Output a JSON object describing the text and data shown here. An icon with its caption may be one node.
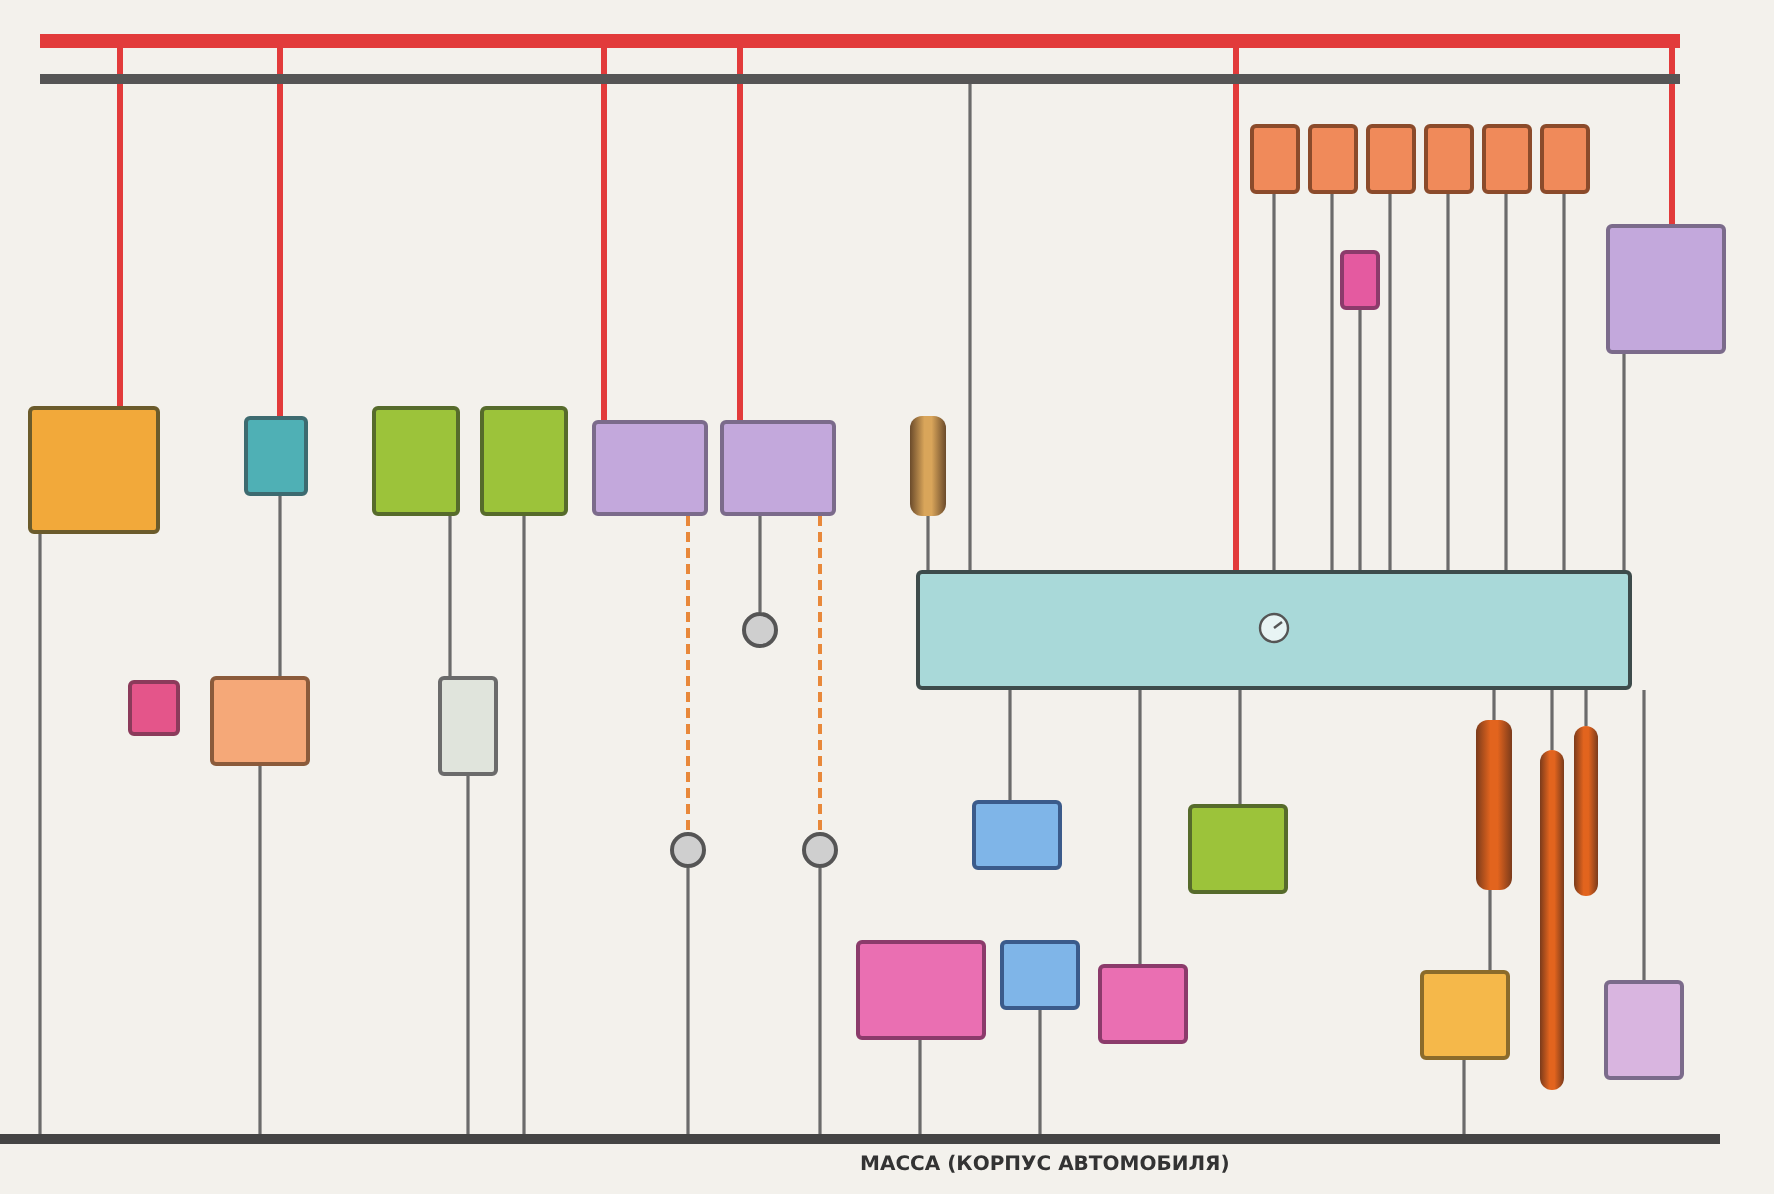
{
  "diagram": {
    "nodes": [
      {
        "text": [],
        "shape": "bar"
      },
      {
        "text": [],
        "shape": "bar"
      },
      {
        "text": [],
        "shape": "bar",
        "beside": [
          "МАССА (КОРПУС АВТОМОБИЛЯ)"
        ]
      },
      {
        "text": [],
        "shape": "box"
      },
      {
        "text": [],
        "shape": "box"
      },
      {
        "text": [],
        "shape": "box"
      },
      {
        "text": [],
        "shape": "box"
      },
      {
        "text": [],
        "shape": "box"
      },
      {
        "text": [],
        "shape": "box"
      },
      {
        "text": [],
        "shape": "box"
      },
      {
        "text": [],
        "shape": "box"
      },
      {
        "text": [],
        "shape": "box"
      },
      {
        "text": [],
        "shape": "box"
      },
      {
        "text": [],
        "shape": "box"
      },
      {
        "text": [],
        "shape": "box"
      },
      {
        "text": [],
        "shape": "box"
      },
      {
        "text": [],
        "shape": "box"
      },
      {
        "text": [],
        "shape": "box"
      },
      {
        "text": [],
        "shape": "cylinder"
      },
      {
        "text": [],
        "shape": "box"
      },
      {
        "text": [],
        "shape": "box"
      },
      {
        "text": [],
        "shape": "box"
      },
      {
        "text": [],
        "shape": "box"
      },
      {
        "text": [],
        "shape": "box"
      },
      {
        "text": [],
        "shape": "box"
      },
      {
        "text": [],
        "shape": "box"
      },
      {
        "text": [],
        "shape": "cylinder"
      },
      {
        "text": [],
        "shape": "cylinder"
      },
      {
        "text": [],
        "shape": "cylinder"
      },
      {
        "text": [],
        "shape": "box"
      },
      {
        "text": [],
        "shape": "box"
      },
      {
        "text": [],
        "shape": "circle"
      },
      {
        "text": [],
        "shape": "circle"
      },
      {
        "text": [],
        "shape": "circle"
      },
      {
        "text": [],
        "shape": "box"
      }
    ],
    "edges": [
      {
        "from": 0,
        "to": 3,
        "arrow": "none",
        "color": "#e23b3b"
      },
      {
        "from": 0,
        "to": 4,
        "arrow": "none",
        "color": "#e23b3b"
      },
      {
        "from": 0,
        "to": 7,
        "arrow": "none",
        "color": "#e23b3b"
      },
      {
        "from": 0,
        "to": 8,
        "arrow": "none",
        "color": "#e23b3b"
      },
      {
        "from": 0,
        "to": 9,
        "arrow": "none",
        "color": "#e23b3b"
      },
      {
        "from": 0,
        "to": 17,
        "arrow": "none",
        "color": "#e23b3b"
      },
      {
        "from": 1,
        "to": 9,
        "arrow": "none"
      },
      {
        "from": 10,
        "to": 9,
        "arrow": "none"
      },
      {
        "from": 11,
        "to": 9,
        "arrow": "none"
      },
      {
        "from": 12,
        "to": 9,
        "arrow": "none"
      },
      {
        "from": 13,
        "to": 9,
        "arrow": "none"
      },
      {
        "from": 14,
        "to": 9,
        "arrow": "none"
      },
      {
        "from": 15,
        "to": 9,
        "arrow": "none"
      },
      {
        "from": 16,
        "to": 9,
        "arrow": "none"
      },
      {
        "from": 17,
        "to": 9,
        "arrow": "none"
      },
      {
        "from": 18,
        "to": 9,
        "arrow": "none"
      },
      {
        "from": 21,
        "to": 9,
        "arrow": "none"
      },
      {
        "from": 23,
        "to": 9,
        "arrow": "none"
      },
      {
        "from": 24,
        "to": 9,
        "arrow": "none"
      },
      {
        "from": 26,
        "to": 9,
        "arrow": "none"
      },
      {
        "from": 27,
        "to": 9,
        "arrow": "none"
      },
      {
        "from": 28,
        "to": 9,
        "arrow": "none"
      },
      {
        "from": 30,
        "to": 9,
        "arrow": "none"
      },
      {
        "from": 3,
        "to": 2,
        "arrow": "none"
      },
      {
        "from": 19,
        "to": 2,
        "arrow": "none"
      },
      {
        "from": 7,
        "to": 31,
        "arrow": "none",
        "style": "dashed",
        "color": "#e8883a"
      },
      {
        "from": 8,
        "to": 33,
        "arrow": "none",
        "style": "dashed",
        "color": "#e8883a"
      },
      {
        "from": 8,
        "to": 32,
        "arrow": "none"
      },
      {
        "from": 31,
        "to": 2,
        "arrow": "none"
      },
      {
        "from": 33,
        "to": 2,
        "arrow": "none"
      },
      {
        "from": 25,
        "to": 2,
        "arrow": "none"
      },
      {
        "from": 22,
        "to": 2,
        "arrow": "none"
      },
      {
        "from": 29,
        "to": 2,
        "arrow": "none"
      },
      {
        "from": 26,
        "to": 29,
        "arrow": "none"
      },
      {
        "from": 5,
        "to": 34,
        "arrow": "none"
      },
      {
        "from": 34,
        "to": 2,
        "arrow": "none"
      },
      {
        "from": 6,
        "to": 2,
        "arrow": "none"
      },
      {
        "from": 4,
        "to": 19,
        "arrow": "none"
      }
    ]
  }
}
